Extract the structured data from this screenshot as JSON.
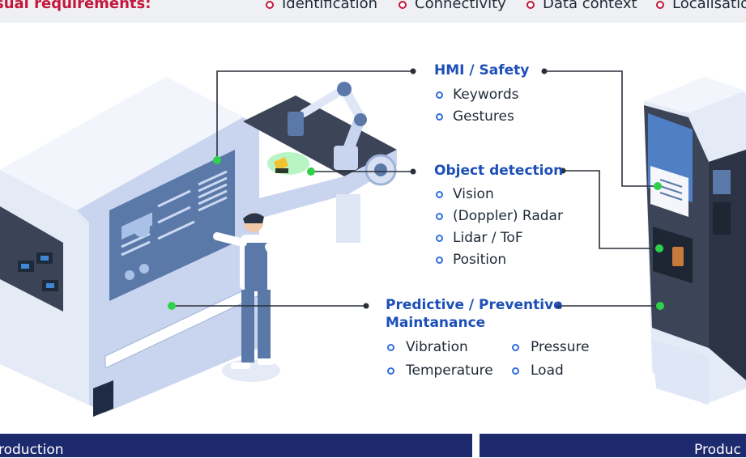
{
  "header": {
    "title": "sual requirements:",
    "requirements": [
      "Identification",
      "Connectivity",
      "Data context",
      "Localisation"
    ]
  },
  "annotations": {
    "hmi": {
      "title": "HMI / Safety",
      "items": [
        "Keywords",
        "Gestures"
      ]
    },
    "object_detection": {
      "title": "Object detection",
      "items": [
        "Vision",
        "(Doppler) Radar",
        "Lidar / ToF",
        "Position"
      ]
    },
    "predictive": {
      "title_line1": "Predictive / Preventive",
      "title_line2": "Maintanance",
      "items_left": [
        "Vibration",
        "Temperature"
      ],
      "items_right": [
        "Pressure",
        "Load"
      ]
    }
  },
  "footer": {
    "left": "roduction",
    "right": "Produc"
  },
  "colors": {
    "accent_red": "#c4173b",
    "accent_blue": "#1d4fb8",
    "footer_navy": "#1e2a6e",
    "sensor_green": "#2fd14a",
    "machine_light": "#dfe6f5",
    "machine_mid": "#b7c6e8",
    "screen_blue": "#5b79a8"
  },
  "icons": [
    "robot-arm",
    "worker",
    "coffee-machine",
    "sensor-dot"
  ]
}
